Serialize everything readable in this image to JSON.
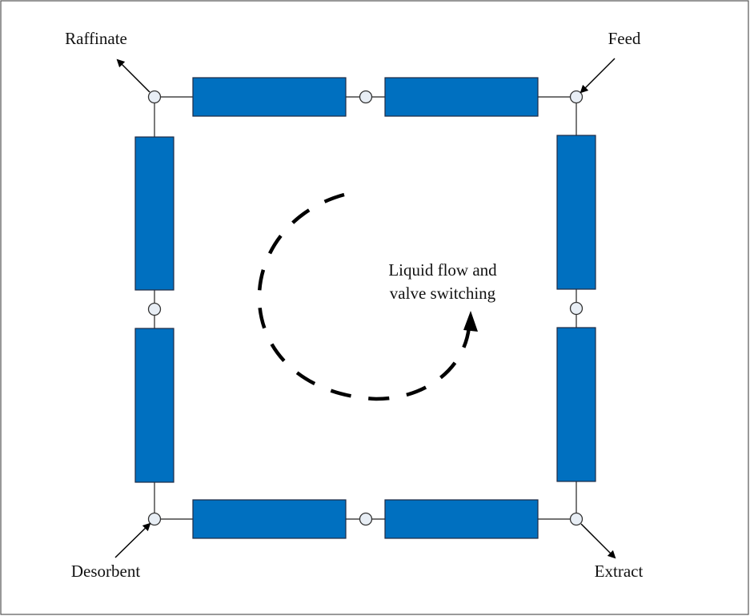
{
  "streams": {
    "raffinate": "Raffinate",
    "feed": "Feed",
    "desorbent": "Desorbent",
    "extract": "Extract"
  },
  "center_note": {
    "line1": "Liquid flow and",
    "line2": "valve switching"
  },
  "colors": {
    "column": "#0070c0",
    "valve": "#e8eef5",
    "line": "#222222"
  },
  "icons": {
    "column": "column-rect",
    "valve": "valve-circle",
    "flow": "dashed-circular-arrow"
  }
}
